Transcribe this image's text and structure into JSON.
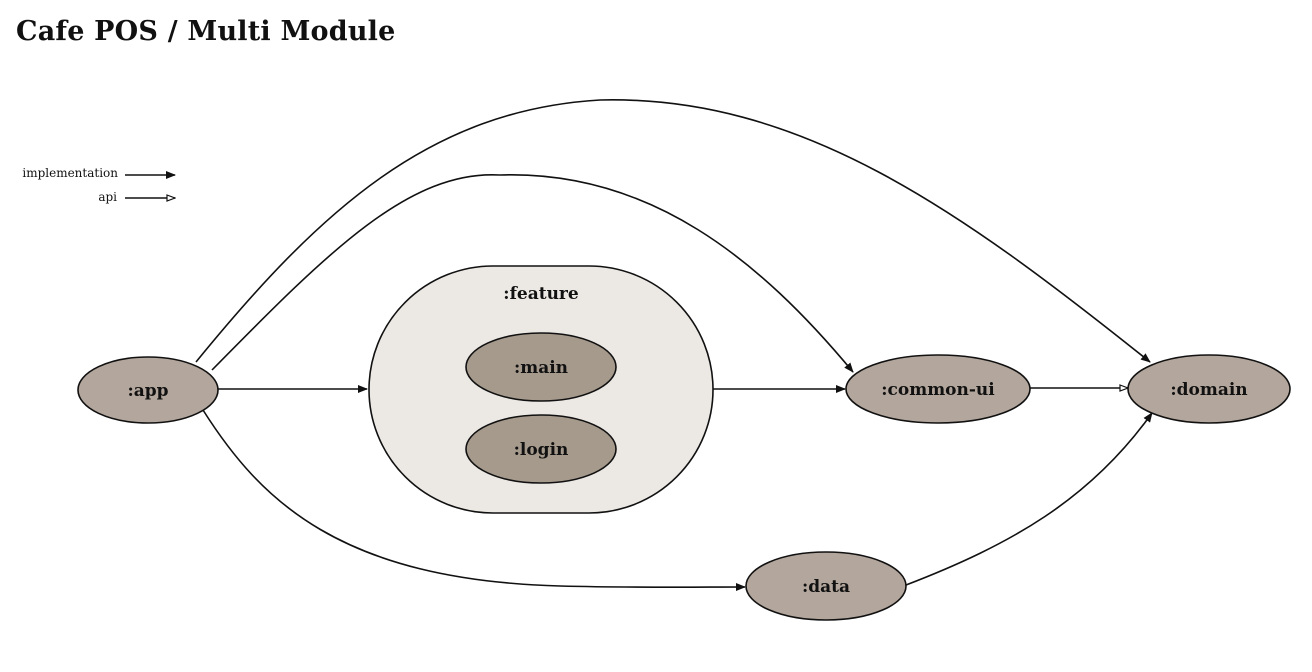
{
  "title": "Cafe POS / Multi Module",
  "legend": {
    "implementation": "implementation",
    "api": "api"
  },
  "modules": {
    "app": ":app",
    "feature": ":feature",
    "main": ":main",
    "login": ":login",
    "common_ui": ":common-ui",
    "domain": ":domain",
    "data": ":data"
  },
  "colors": {
    "module_fill": "#b3a69c",
    "inner_module_fill": "#a69a8d",
    "group_fill": "#ece8e4",
    "stroke": "#111111"
  },
  "edges": [
    {
      "from": "app",
      "to": "feature",
      "type": "implementation"
    },
    {
      "from": "app",
      "to": "common_ui",
      "type": "implementation"
    },
    {
      "from": "app",
      "to": "domain",
      "type": "implementation"
    },
    {
      "from": "app",
      "to": "data",
      "type": "implementation"
    },
    {
      "from": "feature",
      "to": "common_ui",
      "type": "implementation"
    },
    {
      "from": "common_ui",
      "to": "domain",
      "type": "api"
    },
    {
      "from": "data",
      "to": "domain",
      "type": "implementation"
    }
  ]
}
